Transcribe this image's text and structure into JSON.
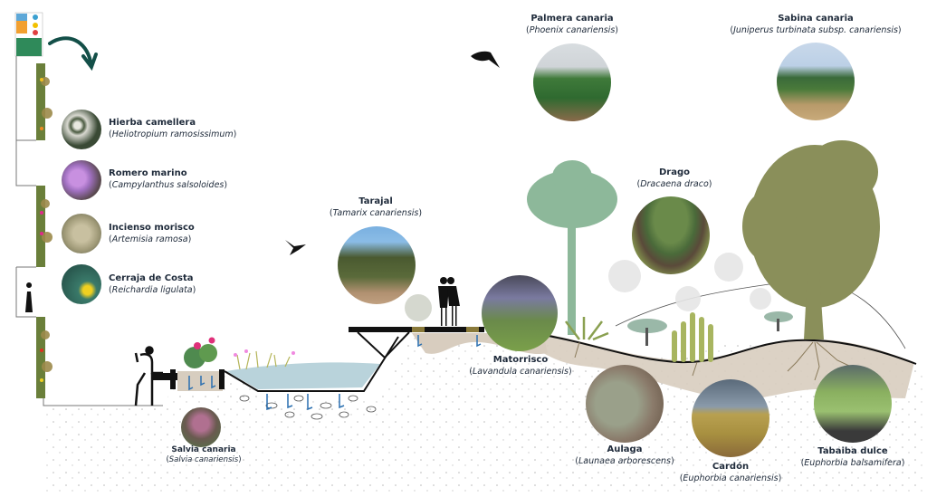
{
  "diagram": {
    "title": "Sección de vegetación autóctona canaria",
    "colors": {
      "label_text": "#1e2a3a",
      "arrow": "#134f48",
      "water": "#b9d3db",
      "soil": "#d7cdbf",
      "palm": "#8db89a",
      "tree": "#8a8f5a",
      "wall_green": "#6a7f3a",
      "root_arrow": "#2a6fb0",
      "deck": "#111111",
      "deck_accent": "#8a7a3a"
    },
    "wall_species": [
      {
        "common": "Hierba camellera",
        "scientific": "Heliotropium ramosissimum",
        "photo": "white-flowers"
      },
      {
        "common": "Romero marino",
        "scientific": "Campylanthus salsoloides",
        "photo": "purple-flowers"
      },
      {
        "common": "Incienso morisco",
        "scientific": "Artemisia ramosa",
        "photo": "grey-shrub"
      },
      {
        "common": "Cerraja de Costa",
        "scientific": "Reichardia ligulata",
        "photo": "yellow-flower"
      }
    ],
    "species": {
      "palmera": {
        "common": "Palmera canaria",
        "scientific": "Phoenix canariensis"
      },
      "sabina": {
        "common": "Sabina canaria",
        "scientific": "Juniperus turbinata subsp. canariensis"
      },
      "tarajal": {
        "common": "Tarajal",
        "scientific": "Tamarix canariensis"
      },
      "drago": {
        "common": "Drago",
        "scientific": "Dracaena draco"
      },
      "matorrisco": {
        "common": "Matorrisco",
        "scientific": "Lavandula canariensis"
      },
      "salvia": {
        "common": "Salvia canaria",
        "scientific": "Salvia canariensis"
      },
      "aulaga": {
        "common": "Aulaga",
        "scientific": "Launaea arborescens"
      },
      "cardon": {
        "common": "Cardón",
        "scientific": "Euphorbia canariensis"
      },
      "tabaiba": {
        "common": "Tabaiba dulce",
        "scientific": "Euphorbia balsamifera"
      }
    },
    "icons": [
      "poster-thumbnail",
      "curved-arrow",
      "bird",
      "person-silhouette",
      "couple-silhouette",
      "seated-person"
    ]
  }
}
